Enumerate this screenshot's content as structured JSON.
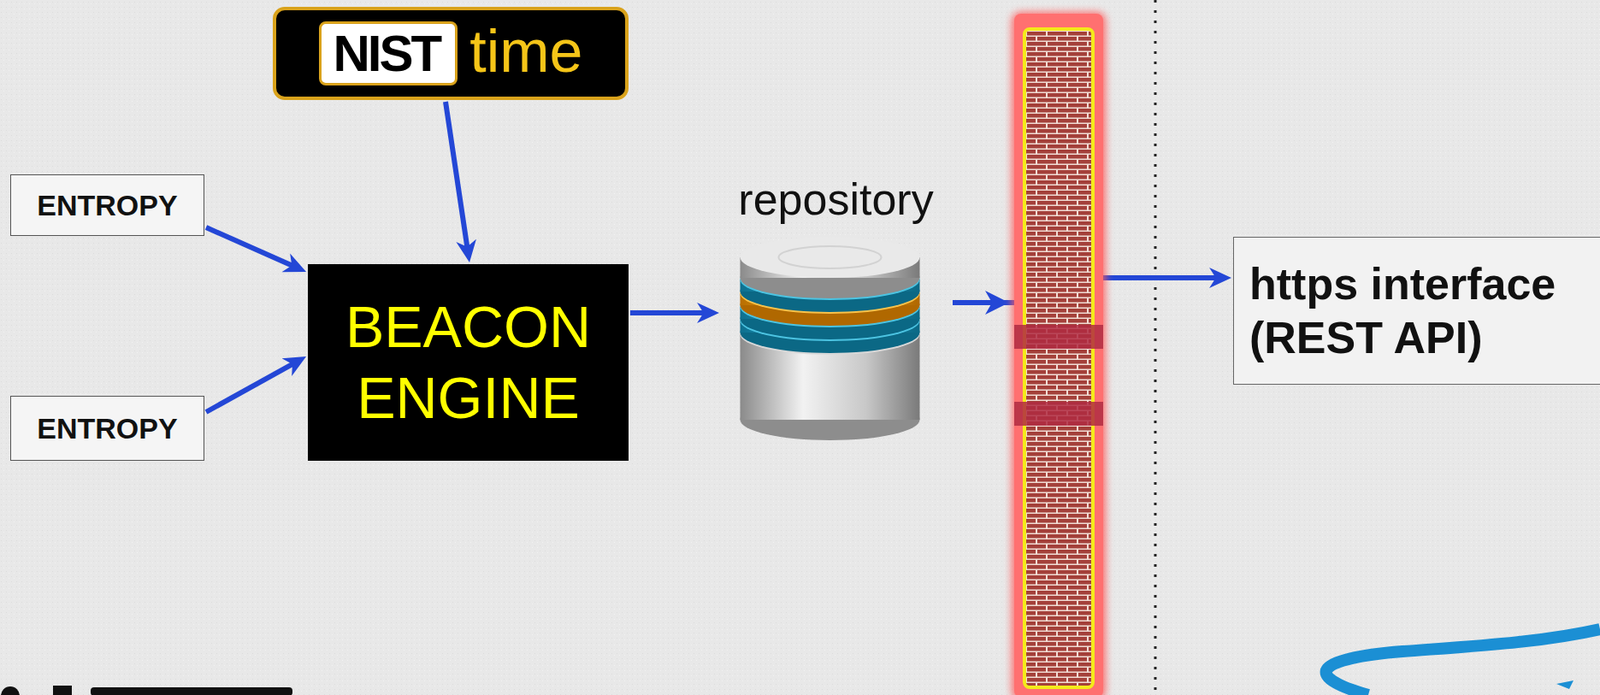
{
  "diagram": {
    "nodes": [
      {
        "text": [
          "NIST",
          "time"
        ]
      },
      {
        "text": [
          "ENTROPY"
        ]
      },
      {
        "text": [
          "ENTROPY"
        ]
      },
      {
        "text": [
          "BEACON ENGINE"
        ]
      },
      {
        "text": [
          "repository"
        ]
      },
      {
        "text": [
          "https interface (REST API)"
        ]
      }
    ],
    "edges": [
      {
        "from": 0,
        "to": 3,
        "arrow": "to"
      },
      {
        "from": 1,
        "to": 3,
        "arrow": "to"
      },
      {
        "from": 2,
        "to": 3,
        "arrow": "to"
      },
      {
        "from": 3,
        "to": 4,
        "arrow": "to"
      },
      {
        "from": 4,
        "to": 5,
        "arrow": "to"
      }
    ]
  }
}
